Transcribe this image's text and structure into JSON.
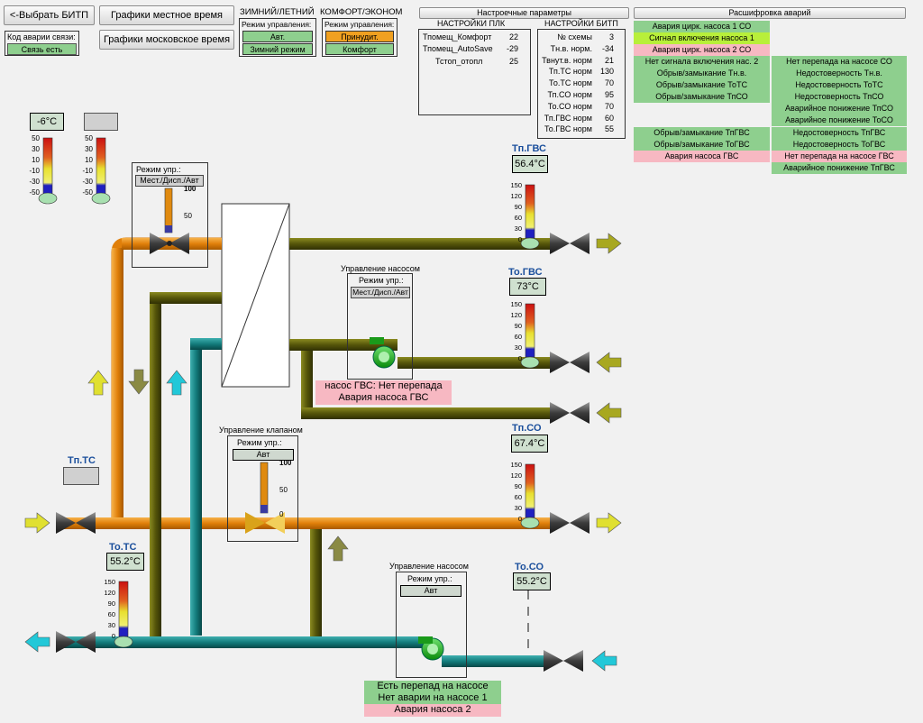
{
  "buttons": {
    "back": "<-Выбрать БИТП",
    "local_time": "Графики местное время",
    "moscow_time": "Графики московское время"
  },
  "link_alarm": {
    "label": "Код аварии связи:",
    "value": "Связь есть"
  },
  "season": {
    "title": "ЗИМНИЙ/ЛЕТНИЙ",
    "mode_label": "Режим управления:",
    "mode": "Авт.",
    "state": "Зимний режим"
  },
  "comfort": {
    "title": "КОМФОРТ/ЭКОНОМ",
    "mode_label": "Режим управления:",
    "mode": "Принудит.",
    "state": "Комфорт"
  },
  "settings_header": "Настроечные параметры",
  "plc": {
    "title": "НАСТРОЙКИ ПЛК",
    "rows": [
      {
        "name": "Тпомещ_Комфорт",
        "value": "22"
      },
      {
        "name": "Тпомещ_AutoSave",
        "value": "-29"
      },
      {
        "name": "Тстоп_отопл",
        "value": "25"
      }
    ]
  },
  "bitp": {
    "title": "НАСТРОЙКИ БИТП",
    "rows": [
      {
        "name": "№ схемы",
        "value": "3"
      },
      {
        "name": "Тн.в. норм.",
        "value": "-34"
      },
      {
        "name": "Твнут.в. норм",
        "value": "21"
      },
      {
        "name": "Тп.ТС норм",
        "value": "130"
      },
      {
        "name": "То.ТС норм",
        "value": "70"
      },
      {
        "name": "Тп.СО норм",
        "value": "95"
      },
      {
        "name": "То.СО норм",
        "value": "70"
      },
      {
        "name": "Тп.ГВС норм",
        "value": "60"
      },
      {
        "name": "То.ГВС норм",
        "value": "55"
      }
    ]
  },
  "alarms_header": "Расшифровка аварий",
  "alarms_left": [
    {
      "text": "Авария цирк. насоса 1 СО",
      "status": "ok"
    },
    {
      "text": "Сигнал включения насоса 1",
      "status": "on"
    },
    {
      "text": "Авария цирк. насоса 2 СО",
      "status": "alarm"
    },
    {
      "text": "Нет сигнала включения нас. 2",
      "status": "ok"
    },
    {
      "text": "Обрыв/замыкание Тн.в.",
      "status": "ok"
    },
    {
      "text": "Обрыв/замыкание ТоТС",
      "status": "ok"
    },
    {
      "text": "Обрыв/замыкание ТпСО",
      "status": "ok"
    },
    {
      "text": "",
      "status": "none"
    },
    {
      "text": "",
      "status": "none"
    },
    {
      "text": "Обрыв/замыкание ТпГВС",
      "status": "ok"
    },
    {
      "text": "Обрыв/замыкание ТоГВС",
      "status": "ok"
    },
    {
      "text": "Авария насоса ГВС",
      "status": "alarm"
    }
  ],
  "alarms_right": [
    {
      "text": "Нет перепада на насосе СО",
      "status": "ok"
    },
    {
      "text": "Недостоверность Тн.в.",
      "status": "ok"
    },
    {
      "text": "Недостоверность ТоТС",
      "status": "ok"
    },
    {
      "text": "Недостоверность ТпСО",
      "status": "ok"
    },
    {
      "text": "Аварийное понижение ТпСО",
      "status": "ok"
    },
    {
      "text": "Аварийное понижение ТоСО",
      "status": "ok"
    },
    {
      "text": "Недостоверность ТпГВС",
      "status": "ok"
    },
    {
      "text": "Недостоверность ТоГВС",
      "status": "ok"
    },
    {
      "text": "Нет перепада на насосе ГВС",
      "status": "alarm"
    },
    {
      "text": "Аварийное понижение ТпГВС",
      "status": "ok"
    }
  ],
  "outdoor": {
    "temp": "-6°C",
    "scale": [
      "50",
      "30",
      "10",
      "-10",
      "-30",
      "-50"
    ]
  },
  "valve_top": {
    "mode_label": "Режим упр.:",
    "mode": "Мест./Дисп./Авт",
    "scale": [
      "100",
      "50"
    ]
  },
  "valve_ctrl": {
    "title": "Управление клапаном",
    "mode_label": "Режим упр.:",
    "mode": "Авт",
    "scale": [
      "100",
      "50",
      "0"
    ]
  },
  "pump_gvs": {
    "title": "Управление насосом",
    "mode_label": "Режим упр.:",
    "mode": "Мест./Дисп./Авт",
    "messages": [
      "насос ГВС: Нет перепада",
      "Авария насоса ГВС"
    ]
  },
  "pump_co": {
    "title": "Управление насосом",
    "mode_label": "Режим упр.:",
    "mode": "Авт",
    "messages": [
      "Есть перепад на насосе",
      "Нет аварии на насосе 1",
      "Авария насоса 2"
    ]
  },
  "sensors": {
    "tp_gvs": {
      "label": "Тп.ГВС",
      "value": "56.4°C"
    },
    "to_gvs": {
      "label": "То.ГВС",
      "value": "73°C"
    },
    "tp_co": {
      "label": "Тп.СО",
      "value": "67.4°C"
    },
    "to_co": {
      "label": "То.СО",
      "value": "55.2°C"
    },
    "to_ts": {
      "label": "То.ТС",
      "value": "55.2°C"
    },
    "tp_ts": {
      "label": "Тп.ТС",
      "value": ""
    }
  },
  "thermo_scale": [
    "150",
    "120",
    "90",
    "60",
    "30",
    "0"
  ],
  "colors": {
    "hot": "#e8890c",
    "olive": "#4e4e08",
    "teal": "#117a7a",
    "green_ok": "#8ecf8e",
    "alarm_pink": "#f7b8c2",
    "signal_on": "#b8ef3a"
  }
}
